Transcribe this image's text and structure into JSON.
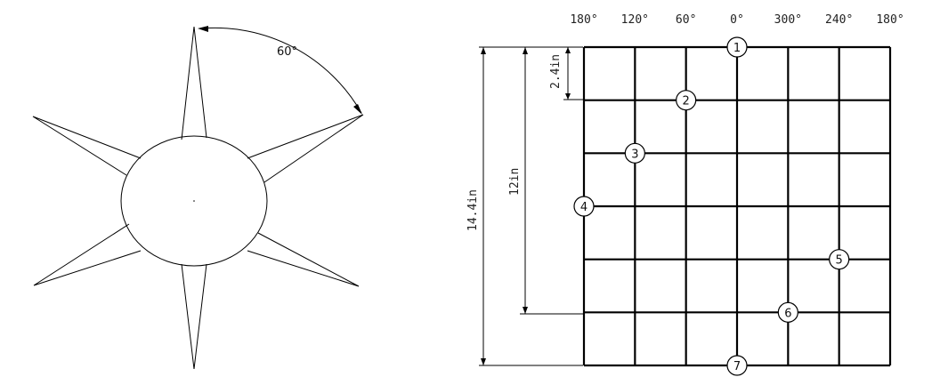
{
  "star": {
    "angle_label": "60°"
  },
  "grid": {
    "columns": 6,
    "rows": 6,
    "column_labels": [
      "180°",
      "120°",
      "60°",
      "0°",
      "300°",
      "240°",
      "180°"
    ],
    "dimensions": {
      "spacing": "2.4in",
      "inner": "12in",
      "overall": "14.4in"
    },
    "markers": [
      {
        "label": "1",
        "col": 3,
        "row": 0
      },
      {
        "label": "2",
        "col": 2,
        "row": 1
      },
      {
        "label": "3",
        "col": 1,
        "row": 2
      },
      {
        "label": "4",
        "col": 0,
        "row": 3
      },
      {
        "label": "5",
        "col": 5,
        "row": 4
      },
      {
        "label": "6",
        "col": 4,
        "row": 5
      },
      {
        "label": "7",
        "col": 3,
        "row": 6
      }
    ]
  }
}
